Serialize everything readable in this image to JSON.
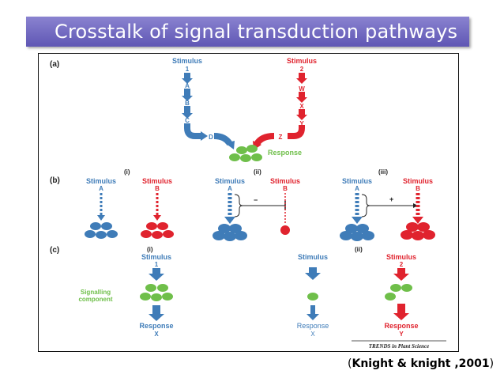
{
  "slide": {
    "title": "Crosstalk of signal transduction pathways",
    "citation": "Knight & knight ,2001",
    "citation_open": "(",
    "citation_close": ")"
  },
  "colors": {
    "blue": "#3f7cb8",
    "red": "#e0232e",
    "green": "#6fbf4a",
    "title_bg": "#6d65c1"
  },
  "figure": {
    "panel_a": {
      "label": "(a)",
      "stimulus_1": "Stimulus",
      "stimulus_1_num": "1",
      "stimulus_2": "Stimulus",
      "stimulus_2_num": "2",
      "steps_blue": [
        "A",
        "B",
        "C",
        "D"
      ],
      "steps_red": [
        "W",
        "X",
        "Y",
        "Z"
      ],
      "response": "Response"
    },
    "panel_b": {
      "label": "(b)",
      "i": {
        "tag": "(i)",
        "left": "Stimulus",
        "left_sub": "A",
        "right": "Stimulus",
        "right_sub": "B"
      },
      "ii": {
        "tag": "(ii)",
        "left": "Stimulus",
        "left_sub": "A",
        "right": "Stimulus",
        "right_sub": "B",
        "sign": "−"
      },
      "iii": {
        "tag": "(iii)",
        "left": "Stimulus",
        "left_sub": "A",
        "right": "Stimulus",
        "right_sub": "B",
        "sign": "+"
      }
    },
    "panel_c": {
      "label": "(c)",
      "i": {
        "tag": "(i)",
        "stimulus": "Stimulus",
        "num": "1",
        "component": "Signalling",
        "component2": "component",
        "response": "Response",
        "resp_sub": "X"
      },
      "ii": {
        "tag": "(ii)",
        "stim_left": "Stimulus",
        "stim_right": "Stimulus",
        "num_right": "2",
        "resp_left": "Response",
        "resp_left_sub": "X",
        "resp_right": "Response",
        "resp_right_sub": "Y"
      }
    },
    "credit": "TRENDS in Plant Science"
  }
}
